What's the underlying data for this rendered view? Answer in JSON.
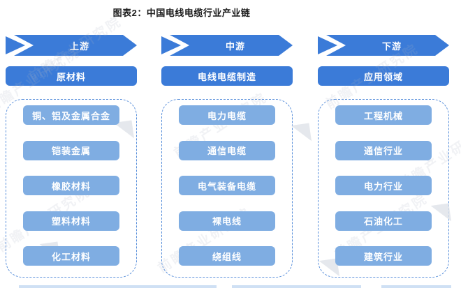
{
  "title": "图表2：中国电线电缆行业产业链",
  "watermark": {
    "text": "前瞻产业研究院",
    "logo_glyph": "◥"
  },
  "colors": {
    "primary_blue": "#3b7bd8",
    "item_blue": "#7fade2",
    "dash_border": "#5a90db"
  },
  "columns": [
    {
      "id": "upstream",
      "stage_label": "上游",
      "category_label": "原材料",
      "items": [
        "铜、铝及金属合金",
        "铠装金属",
        "橡胶材料",
        "塑料材料",
        "化工材料"
      ]
    },
    {
      "id": "midstream",
      "stage_label": "中游",
      "category_label": "电线电缆制造",
      "items": [
        "电力电缆",
        "通信电缆",
        "电气装备电缆",
        "裸电线",
        "绕组线"
      ]
    },
    {
      "id": "downstream",
      "stage_label": "下游",
      "category_label": "应用领域",
      "items": [
        "工程机械",
        "通信行业",
        "电力行业",
        "石油化工",
        "建筑行业"
      ]
    }
  ]
}
